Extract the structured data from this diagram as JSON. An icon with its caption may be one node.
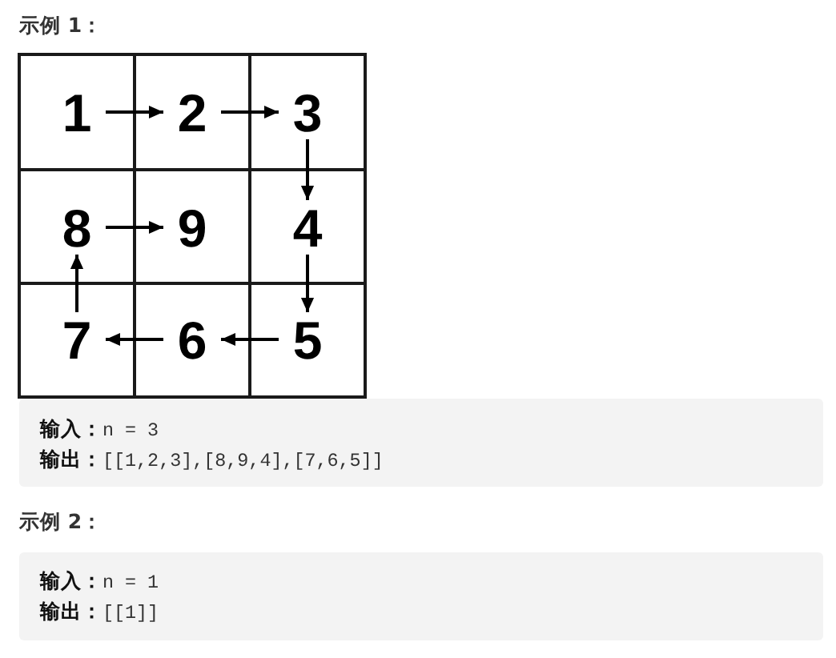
{
  "diagram": {
    "nodes": [
      {
        "text": [
          "1"
        ]
      },
      {
        "text": [
          "2"
        ]
      },
      {
        "text": [
          "3"
        ]
      },
      {
        "text": [
          "4"
        ]
      },
      {
        "text": [
          "5"
        ]
      },
      {
        "text": [
          "6"
        ]
      },
      {
        "text": [
          "7"
        ]
      },
      {
        "text": [
          "8"
        ]
      },
      {
        "text": [
          "9"
        ]
      }
    ],
    "edges": [
      {
        "from": 0,
        "to": 1,
        "arrow": "to"
      },
      {
        "from": 1,
        "to": 2,
        "arrow": "to"
      },
      {
        "from": 2,
        "to": 3,
        "arrow": "to"
      },
      {
        "from": 3,
        "to": 4,
        "arrow": "to"
      },
      {
        "from": 4,
        "to": 5,
        "arrow": "to"
      },
      {
        "from": 5,
        "to": 6,
        "arrow": "to"
      },
      {
        "from": 6,
        "to": 7,
        "arrow": "to"
      },
      {
        "from": 7,
        "to": 8,
        "arrow": "to"
      }
    ],
    "labels": [
      "示例 1：",
      "**输入：**n = 3",
      "**输出：**[[1,2,3],[8,9,4],[7,6,5]]",
      "示例 2：",
      "**输入：**n = 1",
      "**输出：**[[1]]"
    ]
  }
}
